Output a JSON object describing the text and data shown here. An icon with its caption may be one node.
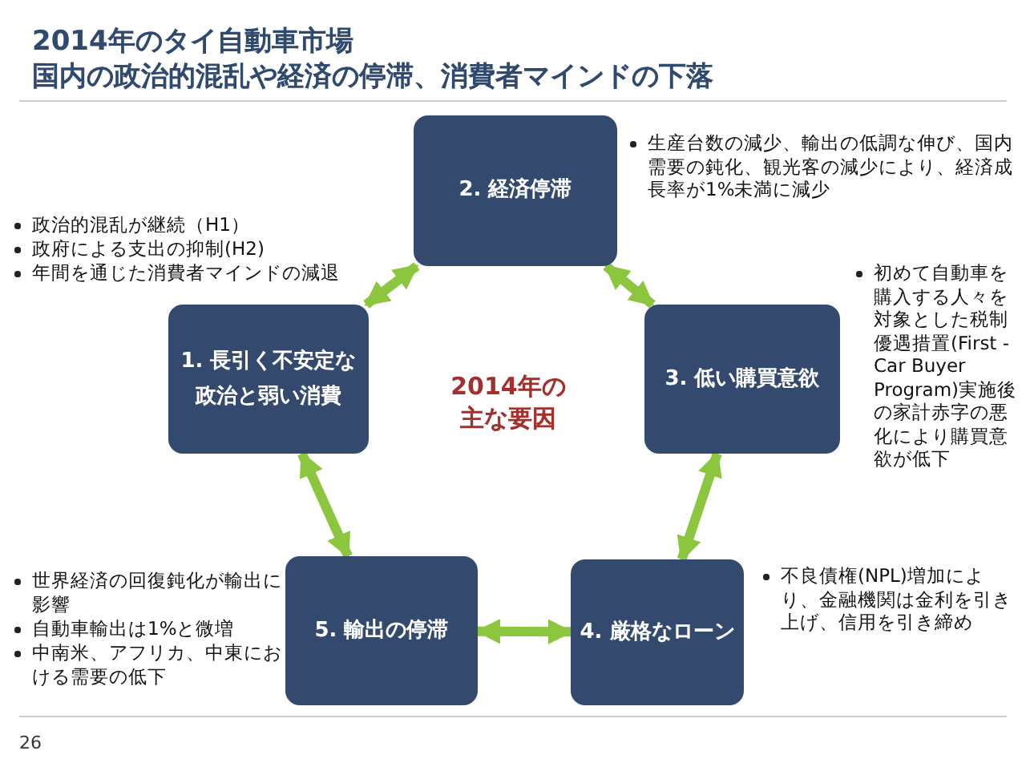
{
  "diagram": {
    "title": "2014年のタイ自動車市場",
    "nodes": [
      {
        "text": [
          "2. 経済停滞"
        ],
        "beside": [
          "生産台数の減少、輸出の低調な伸び、国内需要の鈍化、観光客の減少により、経済成長率が1%未満に減少"
        ]
      },
      {
        "text": [
          "1. 長引く不安定な政治と弱い消費"
        ],
        "beside": [
          "政治的混乱が継続（H1）",
          "政府による支出の抑制(H2)",
          "年間を通じた消費者マインドの減退"
        ]
      },
      {
        "text": [
          "3. 低い購買意欲"
        ],
        "beside": [
          "初めて自動車を購入する人々を対象とした税制優遇措置(First - Car Buyer Program)実施後の家計赤字の悪化により購買意欲が低下"
        ]
      },
      {
        "text": [
          "5. 輸出の停滞"
        ],
        "beside": [
          "世界経済の回復鈍化が輸出に影響",
          "自動車輸出は1%と微増",
          "中南米、アフリカ、中東における需要の低下"
        ]
      },
      {
        "text": [
          "4. 厳格なローン"
        ],
        "beside": [
          "不良債権(NPL)増加により、金融機関は金利を引き上げ、信用を引き締め"
        ]
      }
    ],
    "edges": [
      {
        "from": 1,
        "to": 0,
        "arrow": "both"
      },
      {
        "from": 0,
        "to": 2,
        "arrow": "both"
      },
      {
        "from": 1,
        "to": 3,
        "arrow": "both"
      },
      {
        "from": 2,
        "to": 4,
        "arrow": "both"
      },
      {
        "from": 3,
        "to": 4,
        "arrow": "both"
      }
    ],
    "labels": [
      "国内の政治的混乱や経済の停滞、消費者マインドの下落",
      "2014年の主な要因",
      "26"
    ]
  }
}
